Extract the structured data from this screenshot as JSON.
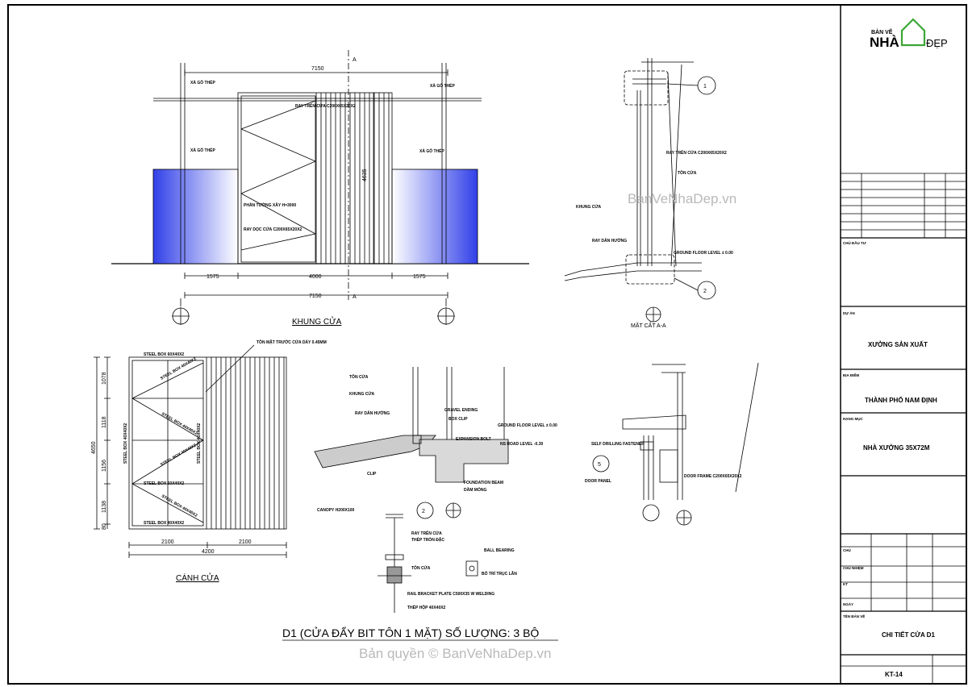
{
  "logo": {
    "top": "BẢN VẼ",
    "nha": "NHÀ",
    "dep": "ĐẸP",
    "colors": {
      "green": "#3aa635",
      "grey": "#8a8a8a"
    }
  },
  "watermark": {
    "center": "BanVeNhaDep.vn",
    "bottom": "Bản quyền © BanVeNhaDep.vn"
  },
  "sheet_title": "D1 (CỬA ĐẨY BIT TÔN 1 MẶT) SỐ LƯỢNG: 3 BỘ",
  "khung": {
    "label": "KHUNG CỬA",
    "dim_total": "7150",
    "dim_left": "1575",
    "dim_mid": "4000",
    "dim_right": "1575",
    "dim_height": "4635",
    "section_mark": "A",
    "notes": [
      "XÀ GỖ THÉP",
      "XÀ GỖ THÉP",
      "XÀ GỖ THÉP",
      "XÀ GỖ THÉP",
      "RAY TRÊN CỬA C200X65X20X2",
      "PHẦN TƯỜNG XÂY H=3000",
      "RAY DỌC CỬA C200X65X20X2"
    ],
    "wall_color": "#1f2fe0"
  },
  "canh": {
    "label": "CÁNH CỬA",
    "dim_w1": "2100",
    "dim_w2": "2100",
    "dim_total": "4200",
    "dim_h_total": "4650",
    "dim_rows": [
      "1078",
      "1118",
      "1156",
      "1138",
      "80"
    ],
    "notes": [
      "TÔN MẶT TRƯỚC CỬA DÀY 0.45MM",
      "STEEL BOX 60X40X2",
      "STEEL BOX 40X40X2",
      "STEEL BOX 40X40X2",
      "STEEL BOX 40X40X2",
      "STEEL BOX 40X40X2",
      "STEEL BOX 40X40X2",
      "STEEL BOX 60X40X2",
      "STEEL BOX 40X40X2",
      "STEEL BOX 40X40X2"
    ]
  },
  "section_aa": {
    "label": "MẶT CẮT A-A",
    "notes": [
      "RAY TRÊN CỬA C200X65X20X2",
      "TÔN CỬA",
      "KHUNG CỬA",
      "RAY DẪN HƯỚNG",
      "GROUND FLOOR LEVEL ± 0.00"
    ],
    "callouts": [
      "1",
      "2"
    ]
  },
  "detail2": {
    "notes": [
      "TÔN CỬA",
      "KHUNG CỬA",
      "RAY DẪN HƯỚNG",
      "GRAVEL ENDING",
      "BOX CLIP",
      "GROUND FLOOR LEVEL ± 0.00",
      "EXPANSION BOLT",
      "NS ROAD LEVEL -0.30",
      "CLIP",
      "FOUNDATION BEAM",
      "DẦM MÓNG"
    ],
    "callout": "2"
  },
  "canopy": {
    "notes": [
      "CANOPY H200X100",
      "RAY TRÊN CỬA",
      "THÉP TRÒN ĐẶC",
      "TÔN CỬA",
      "RAIL BRACKET PLATE C500X35 W WELDING",
      "THÉP HỘP 40X40X2"
    ],
    "small": [
      "BALL BEARING",
      "BỐ TRÍ TRỤC LĂN"
    ]
  },
  "detail1": {
    "notes": [
      "SELF DRILLING FASTENER",
      "DOOR PANEL",
      "DOOR FRAME C200X65X20X2"
    ],
    "callout": "5"
  },
  "grid_markers": [
    "",
    "",
    "",
    "",
    "",
    "",
    ""
  ],
  "titleblock": {
    "chu_dau_tu": "CHỦ ĐẦU TƯ",
    "du_an_label": "DỰ ÁN",
    "du_an": "XƯỞNG SẢN XUẤT",
    "dia_diem_label": "ĐỊA ĐIỂM",
    "dia_diem": "THÀNH PHỐ NAM ĐỊNH",
    "hang_muc_label": "HẠNG MỤC",
    "hang_muc": "NHÀ XƯỞNG 35X72M",
    "ten_ban_ve_label": "TÊN BẢN VẼ",
    "ten_ban_ve": "CHI TIẾT CỬA D1",
    "so_hieu": "KT-14",
    "sign_rows": [
      "CHỦ",
      "CHỦ NHIỆM",
      "KT",
      "NGÀY"
    ]
  }
}
